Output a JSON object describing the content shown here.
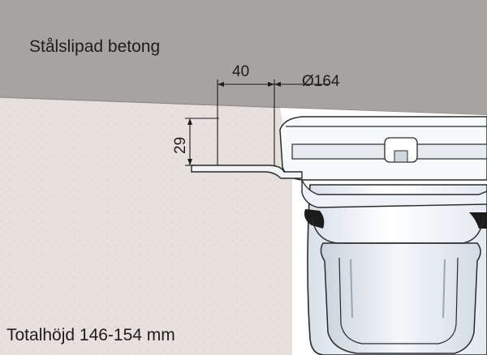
{
  "diagram": {
    "surface_label": "Stålslipad betong",
    "dimension_width": "40",
    "dimension_diameter": "Ø164",
    "dimension_height": "29",
    "total_height": "Totalhöjd 146-154 mm"
  }
}
